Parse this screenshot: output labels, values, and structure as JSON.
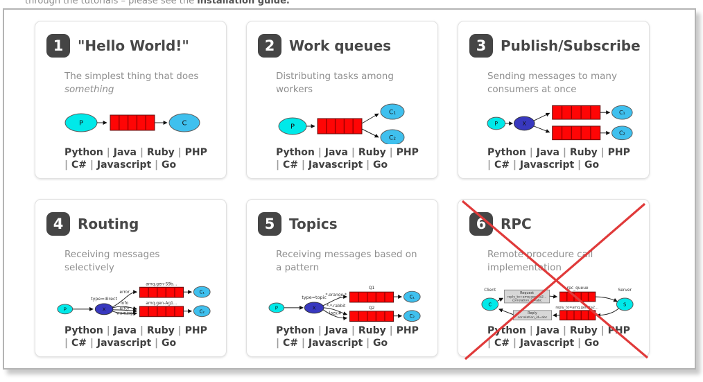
{
  "intro": {
    "plain": "through the tutorials – please see the ",
    "bold": "installation guide."
  },
  "languages": [
    "Python",
    "Java",
    "Ruby",
    "PHP",
    "C#",
    "Javascript",
    "Go"
  ],
  "separator": "|",
  "colors": {
    "badge": "#454545",
    "title_text": "#474747",
    "description_text": "#8f8f8f",
    "queue_red": "#ff0505",
    "producer_cyan": "#00e9e9",
    "consumer_blue": "#3fc0ee",
    "exchange_blue": "#3838bf",
    "cross_red": "#e03a3a",
    "card_border": "#e1e1e1",
    "frame_border": "#b4b4b4"
  },
  "cards": [
    {
      "number": "1",
      "title": "\"Hello World!\"",
      "description": "The simplest thing that does",
      "description_em": "something",
      "diagram": {
        "producer": "P",
        "consumer": "C"
      }
    },
    {
      "number": "2",
      "title": "Work queues",
      "description": "Distributing tasks among workers",
      "diagram": {
        "producer": "P",
        "consumer1": "C₁",
        "consumer2": "C₂"
      }
    },
    {
      "number": "3",
      "title": "Publish/Subscribe",
      "description": "Sending messages to many consumers at once",
      "diagram": {
        "producer": "P",
        "exchange": "X",
        "consumer1": "C₁",
        "consumer2": "C₂"
      }
    },
    {
      "number": "4",
      "title": "Routing",
      "description": "Receiving messages selectively",
      "diagram": {
        "producer": "P",
        "exchange": "X",
        "exchange_type": "type=direct",
        "binding1": "error",
        "binding2": "info",
        "binding3": "error",
        "binding4": "warning",
        "queue1": "amq.gen-S9b…",
        "queue2": "amq.gen-Ag1…",
        "consumer1": "C₁",
        "consumer2": "C₂"
      }
    },
    {
      "number": "5",
      "title": "Topics",
      "description": "Receiving messages based on a pattern",
      "diagram": {
        "producer": "P",
        "exchange": "X",
        "exchange_type": "type=topic",
        "binding1": "*.orange.*",
        "binding2": "*.*.rabbit",
        "binding3": "lazy.#",
        "queue1": "Q1",
        "queue2": "Q2",
        "consumer1": "C₁",
        "consumer2": "C₂"
      }
    },
    {
      "number": "6",
      "title": "RPC",
      "description": "Remote procedure call implementation",
      "diagram": {
        "client_label": "Client",
        "server_label": "Server",
        "client": "C",
        "server": "S",
        "request_title": "Request",
        "request_line1": "reply_to=amq.gen-Xa2…",
        "request_line2": "correlation_id=abc",
        "queue_top": "rpc_queue",
        "reply_to_label": "reply_to=amq.gen-Xa2…",
        "reply_title": "Reply",
        "reply_line": "correlation_id=abc"
      }
    }
  ]
}
